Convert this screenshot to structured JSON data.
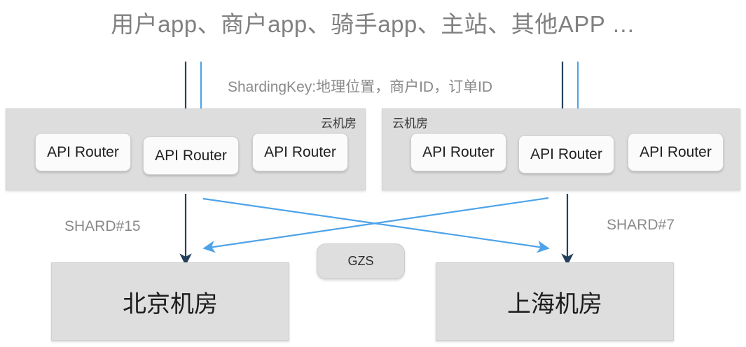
{
  "title": "用户app、商户app、骑手app、主站、其他APP …",
  "sharding_key_caption": "ShardingKey:地理位置，商户ID，订单ID",
  "cloud_rooms": [
    {
      "id": "left",
      "label": "云机房",
      "routers": [
        {
          "label": "API Router"
        },
        {
          "label": "API Router"
        },
        {
          "label": "API Router"
        }
      ]
    },
    {
      "id": "right",
      "label": "云机房",
      "routers": [
        {
          "label": "API Router"
        },
        {
          "label": "API Router"
        },
        {
          "label": "API Router"
        }
      ]
    }
  ],
  "shard_labels": {
    "left": "SHARD#15",
    "right": "SHARD#7"
  },
  "gzs_node": {
    "label": "GZS"
  },
  "datacenters": [
    {
      "id": "beijing",
      "label": "北京机房"
    },
    {
      "id": "shanghai",
      "label": "上海机房"
    }
  ],
  "colors": {
    "dark_arrow": "#25405e",
    "light_arrow": "#4ea3e8",
    "container_fill": "#dddddd",
    "router_fill": "#fbfbfb",
    "datacenter_fill": "#dedede",
    "title_text": "#808080",
    "caption_text": "#8a8a8a",
    "background": "#ffffff"
  },
  "icons": {
    "dark_down_arrow": "dark-down-arrow-icon",
    "light_down_arrow": "light-down-arrow-icon",
    "cross_link_arrow": "cross-link-arrow-icon"
  }
}
